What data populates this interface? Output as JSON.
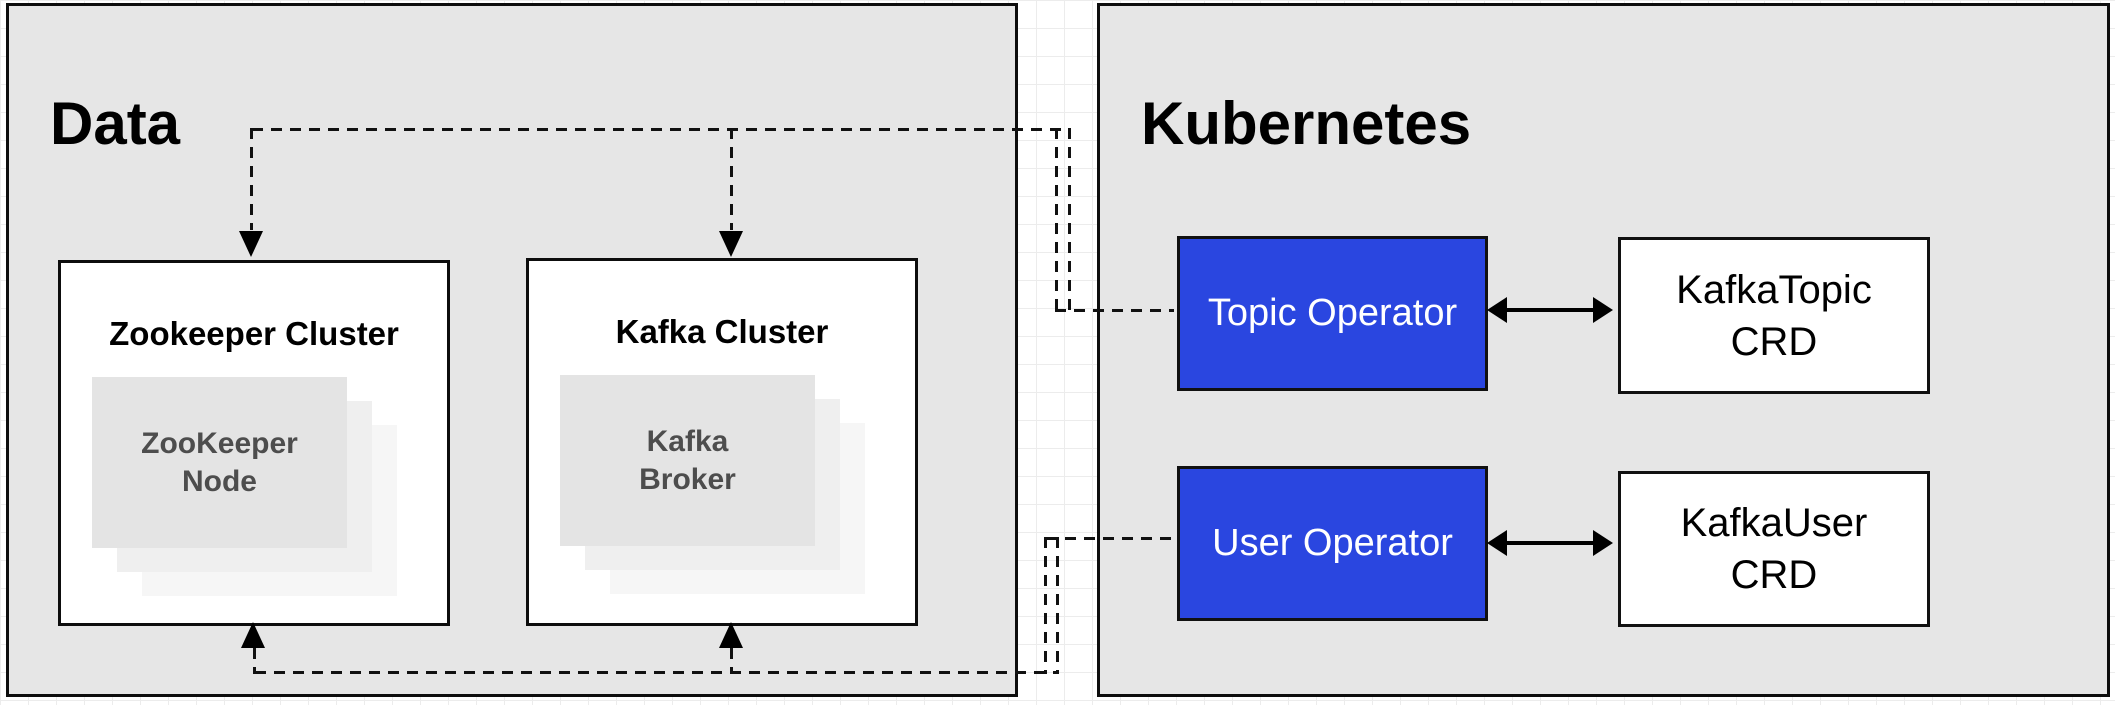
{
  "diagram": {
    "data_panel": {
      "title": "Data",
      "zookeeper_cluster": {
        "title": "Zookeeper Cluster",
        "node_label": "ZooKeeper\nNode"
      },
      "kafka_cluster": {
        "title": "Kafka Cluster",
        "node_label": "Kafka\nBroker"
      }
    },
    "kubernetes_panel": {
      "title": "Kubernetes",
      "topic_operator": {
        "label": "Topic Operator"
      },
      "user_operator": {
        "label": "User Operator"
      },
      "kafka_topic_crd": {
        "label": "KafkaTopic\nCRD"
      },
      "kafka_user_crd": {
        "label": "KafkaUser\nCRD"
      }
    },
    "colors": {
      "panel_fill": "#e6e6e6",
      "cluster_box_fill": "#ffffff",
      "operator_fill": "#2a46e0",
      "operator_text": "#ffffff",
      "node_front_fill": "#e4e4e4",
      "node_mid_fill": "#efefef",
      "node_back_fill": "#f6f6f6",
      "node_text": "#4d4d4d",
      "line_color": "#000000",
      "canvas_grid": "#ececec"
    }
  }
}
